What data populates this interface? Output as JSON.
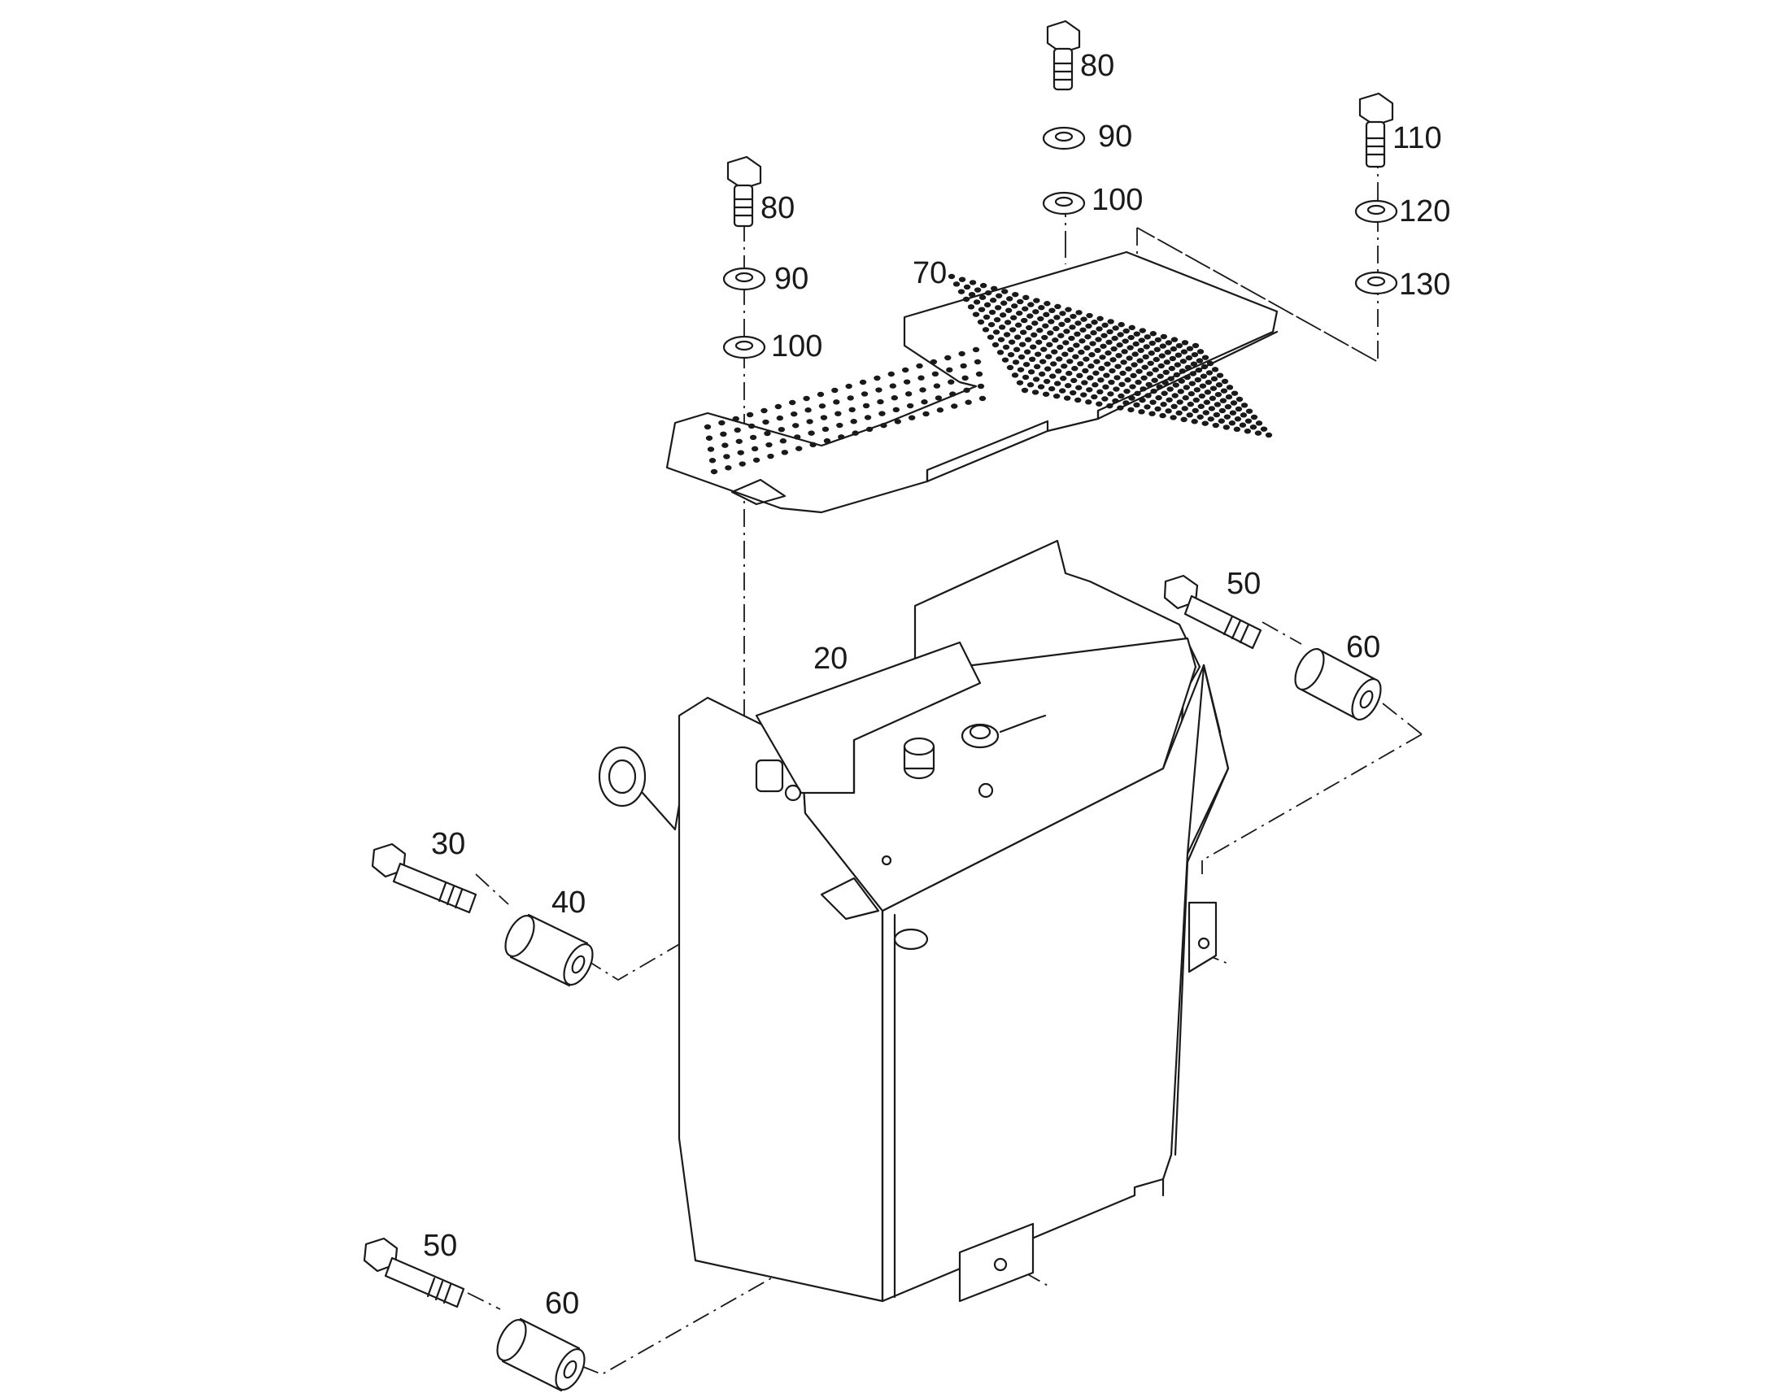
{
  "callouts": {
    "c20": "20",
    "c30": "30",
    "c40": "40",
    "c50_right": "50",
    "c60_right": "60",
    "c50_bottom": "50",
    "c60_bottom": "60",
    "c70": "70",
    "c80_left": "80",
    "c90_left": "90",
    "c100_left": "100",
    "c80_mid": "80",
    "c90_mid": "90",
    "c100_mid": "100",
    "c110": "110",
    "c120": "120",
    "c130": "130"
  },
  "style": {
    "line_color": "#1a1a1a",
    "background": "#ffffff"
  }
}
